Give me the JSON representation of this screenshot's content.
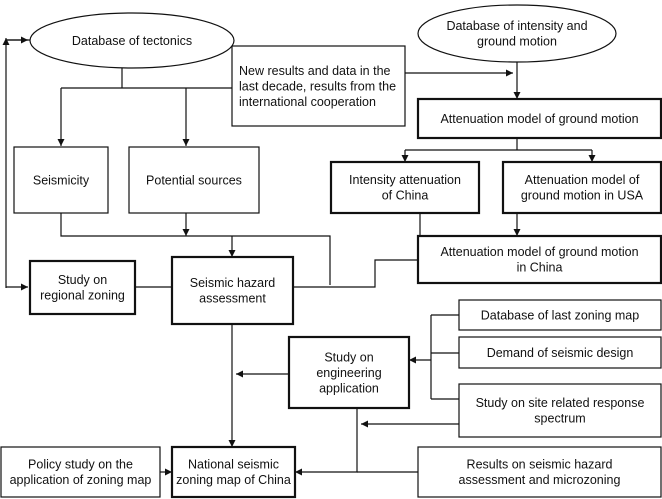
{
  "nodes": {
    "db_tectonics": {
      "lines": [
        "Database of tectonics"
      ]
    },
    "db_intensity": {
      "lines": [
        "Database of intensity and",
        "ground motion"
      ]
    },
    "new_results": {
      "lines": [
        "New results and data in the",
        "last decade, results from the",
        "international cooperation"
      ]
    },
    "atten_model_gm": {
      "lines": [
        "Attenuation model of ground motion"
      ]
    },
    "seismicity": {
      "lines": [
        "Seismicity"
      ]
    },
    "potential_sources": {
      "lines": [
        "Potential sources"
      ]
    },
    "intensity_atten_china": {
      "lines": [
        "Intensity attenuation",
        "of China"
      ]
    },
    "atten_model_usa": {
      "lines": [
        "Attenuation model of",
        "ground motion in USA"
      ]
    },
    "atten_model_china": {
      "lines": [
        "Attenuation model of ground motion",
        "in China"
      ]
    },
    "regional_zoning": {
      "lines": [
        "Study on",
        "regional zoning"
      ]
    },
    "seismic_hazard": {
      "lines": [
        "Seismic hazard",
        "assessment"
      ]
    },
    "db_last_zoning": {
      "lines": [
        "Database of last zoning map"
      ]
    },
    "demand_design": {
      "lines": [
        "Demand of seismic design"
      ]
    },
    "engineering_app": {
      "lines": [
        "Study on",
        "engineering",
        "application"
      ]
    },
    "site_response": {
      "lines": [
        "Study on site related response",
        "spectrum"
      ]
    },
    "policy_study": {
      "lines": [
        "Policy study on the",
        "application of zoning map"
      ]
    },
    "national_map": {
      "lines": [
        "National seismic",
        "zoning map of China"
      ]
    },
    "results_hazard": {
      "lines": [
        "Results on seismic hazard",
        "assessment and microzoning"
      ]
    }
  }
}
